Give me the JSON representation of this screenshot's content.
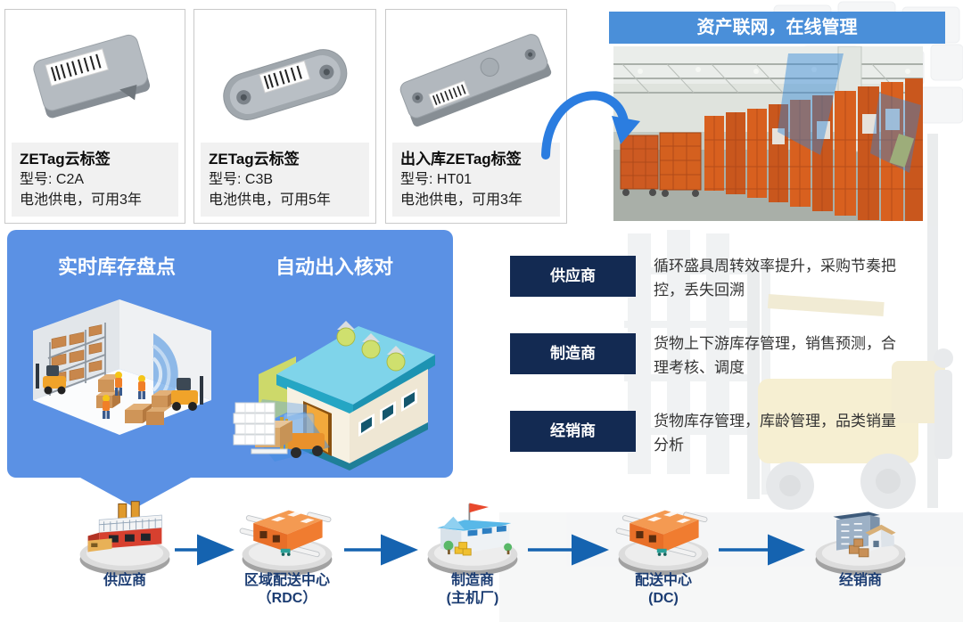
{
  "cards": [
    {
      "title": "ZETag云标签",
      "model": "型号: C2A",
      "battery": "电池供电，可用3年",
      "icon": "rfid-tag-c2a-photo"
    },
    {
      "title": "ZETag云标签",
      "model": "型号: C3B",
      "battery": "电池供电，可用5年",
      "icon": "rfid-tag-c3b-photo"
    },
    {
      "title": "出入库ZETag标签",
      "model": "型号: HT01",
      "battery": "电池供电，可用3年",
      "icon": "rfid-tag-ht01-photo"
    }
  ],
  "banner": {
    "title": "资产联网，在线管理"
  },
  "panel": {
    "left_title": "实时库存盘点",
    "right_title": "自动出入核对",
    "left_icon": "warehouse-inventory-illustration",
    "right_icon": "warehouse-gate-illustration"
  },
  "benefits": [
    {
      "label": "供应商",
      "description": "循环盛具周转效率提升，采购节奏把控，丢失回溯"
    },
    {
      "label": "制造商",
      "description": "货物上下游库存管理，销售预测，合理考核、调度"
    },
    {
      "label": "经销商",
      "description": "货物库存管理，库龄管理，品类销量分析"
    }
  ],
  "flow": {
    "nodes": [
      {
        "label": "供应商",
        "sublabel": "",
        "icon": "factory-icon"
      },
      {
        "label": "区域配送中心",
        "sublabel": "（RDC）",
        "icon": "warehouse-icon"
      },
      {
        "label": "制造商",
        "sublabel": "(主机厂)",
        "icon": "plant-flag-icon"
      },
      {
        "label": "配送中心",
        "sublabel": "(DC)",
        "icon": "warehouse-icon"
      },
      {
        "label": "经销商",
        "sublabel": "",
        "icon": "dealer-building-icon"
      }
    ]
  },
  "colors": {
    "panel_blue": "#5b91e4",
    "banner_blue": "#4a8fd9",
    "navy_chip": "#132a52",
    "arrow_blue": "#1563b0",
    "arc_blue": "#2b7de0",
    "label_navy": "#1b3c72",
    "cage_orange": "#d85c24",
    "desc_text": "#333333"
  }
}
